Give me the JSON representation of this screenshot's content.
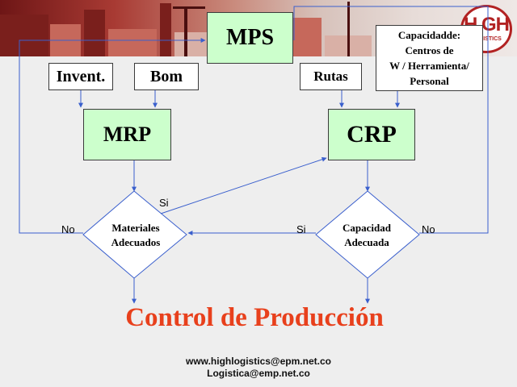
{
  "diagram": {
    "nodes": {
      "mps": "MPS",
      "inventario": "Invent.",
      "bom": "Bom",
      "rutas": "Rutas",
      "capacidad": [
        "Capacidadde:",
        "Centros de",
        "W / Herramienta/",
        "Personal"
      ],
      "mrp": "MRP",
      "crp": "CRP",
      "materiales_decision": [
        "Materiales",
        "Adecuados"
      ],
      "capacidad_decision": [
        "Capacidad",
        "Adecuada"
      ]
    },
    "edge_labels": {
      "materiales_no": "No",
      "materiales_si": "Si",
      "capacidad_si": "Si",
      "capacidad_no": "No"
    },
    "result": "Control de Producción"
  },
  "footer": {
    "line1": "www.highlogistics@epm.net.co",
    "line2": "Logistica@emp.net.co"
  },
  "logo": {
    "mark": "H GH",
    "sub": "LOGISTICS"
  },
  "colors": {
    "process_fill": "#ccffcc",
    "line": "#3a5fcd",
    "title": "#e8401c"
  }
}
